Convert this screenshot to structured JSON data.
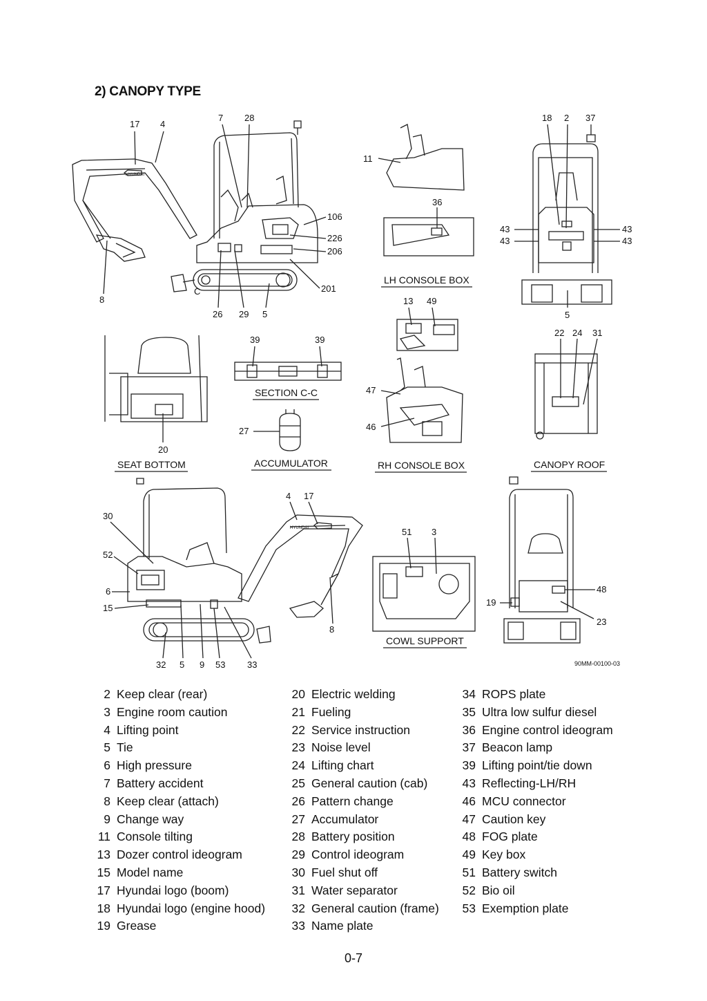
{
  "title": "2) CANOPY TYPE",
  "drawing_ref": "90MM-00100-03",
  "page_number": "0-7",
  "captions": {
    "lh_console_box": "LH CONSOLE BOX",
    "section_cc": "SECTION C-C",
    "seat_bottom": "SEAT BOTTOM",
    "accumulator": "ACCUMULATOR",
    "rh_console_box": "RH CONSOLE BOX",
    "canopy_roof": "CANOPY ROOF",
    "cowl_support": "COWL SUPPORT"
  },
  "callouts": {
    "side_view_1": {
      "c17": "17",
      "c4": "4",
      "c7": "7",
      "c28": "28",
      "c106": "106",
      "c226": "226",
      "c206": "206",
      "c201": "201",
      "c8": "8",
      "cC": "C",
      "c26": "26",
      "c29": "29",
      "c5": "5"
    },
    "lh_console": {
      "c11": "11",
      "c36": "36"
    },
    "rear_view": {
      "c18": "18",
      "c2": "2",
      "c37": "37",
      "c43a": "43",
      "c43b": "43",
      "c43c": "43",
      "c43d": "43",
      "c5": "5"
    },
    "key_panel": {
      "c13": "13",
      "c49": "49"
    },
    "section_cc": {
      "c39a": "39",
      "c39b": "39"
    },
    "seat_bottom": {
      "c20": "20"
    },
    "accumulator": {
      "c27": "27"
    },
    "rh_console": {
      "c47": "47",
      "c46": "46"
    },
    "canopy_roof": {
      "c22": "22",
      "c24": "24",
      "c31": "31"
    },
    "side_view_2": {
      "c4": "4",
      "c17": "17",
      "c30": "30",
      "c52": "52",
      "c6": "6",
      "c15": "15",
      "c8": "8",
      "c32": "32",
      "c5": "5",
      "c9": "9",
      "c53": "53",
      "c33": "33"
    },
    "cowl_support": {
      "c51": "51",
      "c3": "3"
    },
    "front_view": {
      "c48": "48",
      "c19": "19",
      "c23": "23"
    }
  },
  "logo_text": "HYUNDAI",
  "legend": {
    "col1": [
      {
        "num": "2",
        "label": "Keep clear (rear)"
      },
      {
        "num": "3",
        "label": "Engine room caution"
      },
      {
        "num": "4",
        "label": "Lifting point"
      },
      {
        "num": "5",
        "label": "Tie"
      },
      {
        "num": "6",
        "label": "High pressure"
      },
      {
        "num": "7",
        "label": "Battery accident"
      },
      {
        "num": "8",
        "label": "Keep clear (attach)"
      },
      {
        "num": "9",
        "label": "Change way"
      },
      {
        "num": "11",
        "label": "Console tilting"
      },
      {
        "num": "13",
        "label": "Dozer control ideogram"
      },
      {
        "num": "15",
        "label": "Model name"
      },
      {
        "num": "17",
        "label": "Hyundai logo (boom)"
      },
      {
        "num": "18",
        "label": "Hyundai logo (engine hood)"
      },
      {
        "num": "19",
        "label": "Grease"
      }
    ],
    "col2": [
      {
        "num": "20",
        "label": "Electric welding"
      },
      {
        "num": "21",
        "label": "Fueling"
      },
      {
        "num": "22",
        "label": "Service instruction"
      },
      {
        "num": "23",
        "label": "Noise level"
      },
      {
        "num": "24",
        "label": "Lifting chart"
      },
      {
        "num": "25",
        "label": "General caution (cab)"
      },
      {
        "num": "26",
        "label": "Pattern change"
      },
      {
        "num": "27",
        "label": "Accumulator"
      },
      {
        "num": "28",
        "label": "Battery position"
      },
      {
        "num": "29",
        "label": "Control ideogram"
      },
      {
        "num": "30",
        "label": "Fuel shut off"
      },
      {
        "num": "31",
        "label": "Water separator"
      },
      {
        "num": "32",
        "label": "General caution (frame)"
      },
      {
        "num": "33",
        "label": "Name plate"
      }
    ],
    "col3": [
      {
        "num": "34",
        "label": "ROPS plate"
      },
      {
        "num": "35",
        "label": "Ultra low sulfur diesel"
      },
      {
        "num": "36",
        "label": "Engine control ideogram"
      },
      {
        "num": "37",
        "label": "Beacon lamp"
      },
      {
        "num": "39",
        "label": "Lifting point/tie down"
      },
      {
        "num": "43",
        "label": "Reflecting-LH/RH"
      },
      {
        "num": "46",
        "label": "MCU connector"
      },
      {
        "num": "47",
        "label": "Caution key"
      },
      {
        "num": "48",
        "label": "FOG plate"
      },
      {
        "num": "49",
        "label": "Key box"
      },
      {
        "num": "51",
        "label": "Battery switch"
      },
      {
        "num": "52",
        "label": "Bio oil"
      },
      {
        "num": "53",
        "label": "Exemption plate"
      }
    ]
  }
}
